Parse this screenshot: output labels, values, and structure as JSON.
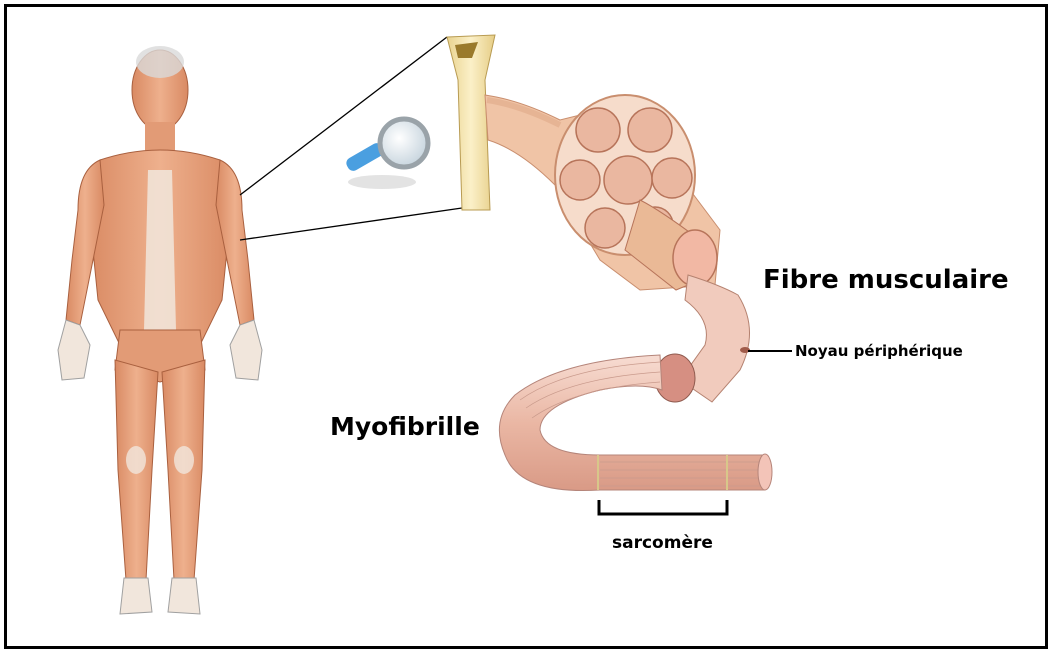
{
  "labels": {
    "fibre_musculaire": "Fibre musculaire",
    "noyau_peripherique": "Noyau périphérique",
    "myofibrille": "Myofibrille",
    "sarcomere": "sarcomère"
  },
  "icons": [
    "magnifying-glass-icon"
  ],
  "colors": {
    "muscle": "#e8a27c",
    "muscle_dark": "#c7744f",
    "tendon": "#f3dcc6",
    "bone": "#f6e6b0",
    "fascicle": "#f2c1a6",
    "fiber": "#f1c8b8",
    "magnifier_handle": "#4a9fe0"
  }
}
